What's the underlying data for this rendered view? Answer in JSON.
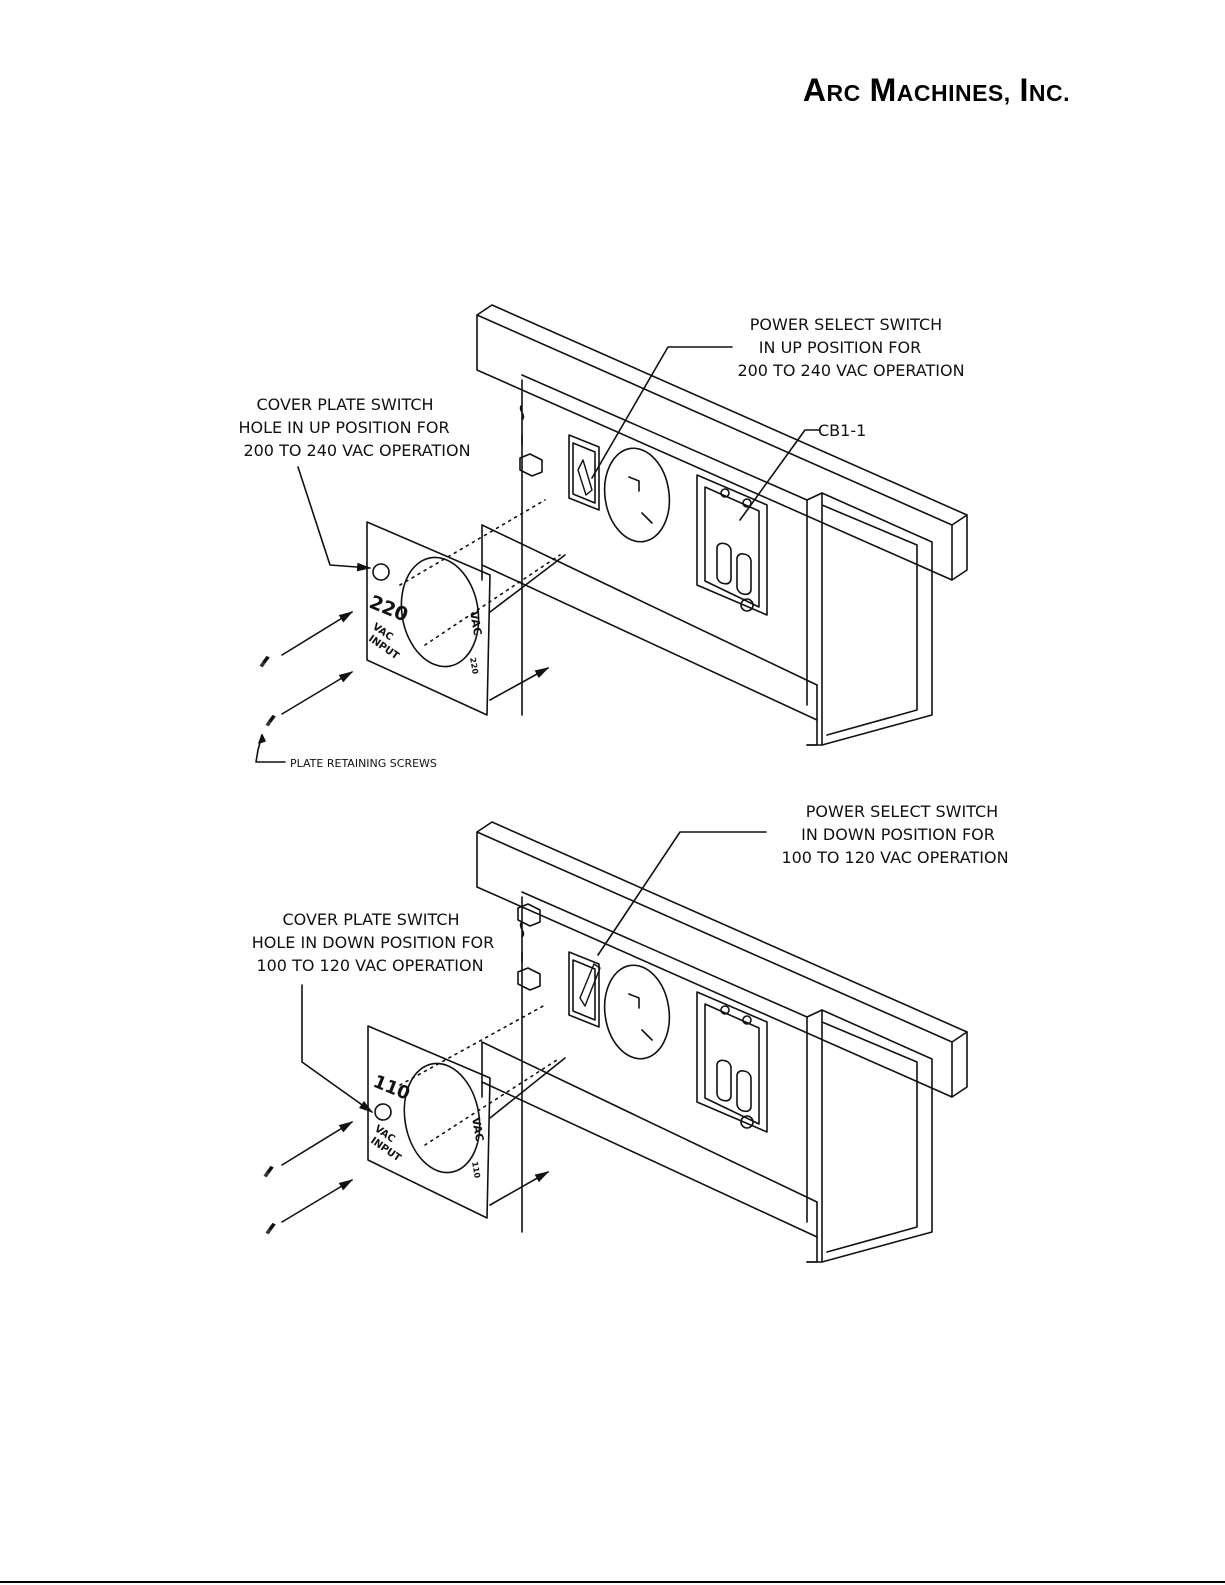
{
  "header": {
    "company": "Arc Machines, Inc."
  },
  "diagram_top": {
    "switch_label": [
      "POWER SELECT SWITCH",
      "IN UP POSITION FOR",
      "200 TO 240 VAC OPERATION"
    ],
    "plate_label": [
      "COVER PLATE SWITCH",
      "HOLE IN UP POSITION FOR",
      "200 TO 240 VAC OPERATION"
    ],
    "breaker_label": "CB1-1",
    "plate_number": "220",
    "plate_vac": "VAC",
    "plate_input": [
      "VAC",
      "INPUT"
    ],
    "plate_small": "220",
    "screws_label": "PLATE RETAINING SCREWS"
  },
  "diagram_bottom": {
    "switch_label": [
      "POWER SELECT SWITCH",
      "IN DOWN POSITION FOR",
      "100 TO 120 VAC OPERATION"
    ],
    "plate_label": [
      "COVER PLATE SWITCH",
      "HOLE IN DOWN POSITION FOR",
      "100 TO 120 VAC OPERATION"
    ],
    "plate_number": "110",
    "plate_vac": "VAC",
    "plate_input": [
      "VAC",
      "INPUT"
    ],
    "plate_small": "110"
  }
}
